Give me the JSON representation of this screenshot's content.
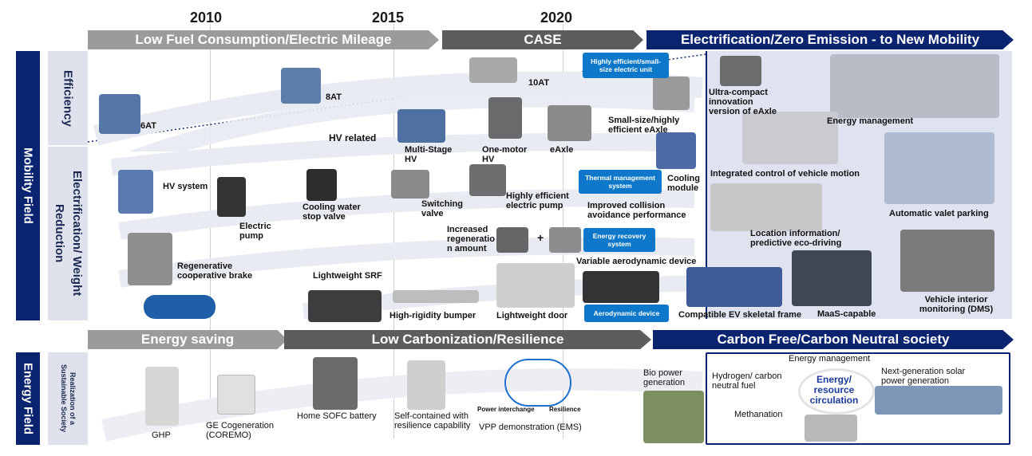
{
  "years": [
    "2010",
    "2015",
    "2020"
  ],
  "phases_top": [
    "Low Fuel Consumption/Electric Mileage",
    "CASE",
    "Electrification/Zero Emission - to New Mobility"
  ],
  "phases_bottom": [
    "Energy saving",
    "Low Carbonization/Resilience",
    "Carbon Free/Carbon Neutral society"
  ],
  "side": {
    "mobility": "Mobility Field",
    "efficiency": "Efficiency",
    "electrification": "Electrification/ Weight Reduction",
    "energy": "Energy Field",
    "sustainable": "Realization of a Sustainable Society"
  },
  "labels": {
    "at6": "6AT",
    "at8": "8AT",
    "at10": "10AT",
    "hv_related": "HV related",
    "multi_stage": "Multi-Stage HV",
    "one_motor": "One-motor HV",
    "eaxle": "eAxle",
    "small_eaxle": "Small-size/highly efficient eAxle",
    "cooling_module": "Cooling module",
    "hv_system": "HV system",
    "electric_pump": "Electric pump",
    "cooling_valve": "Cooling water stop valve",
    "switching_valve": "Switching valve",
    "hi_pump": "Highly efficient electric pump",
    "collision": "Improved collision avoidance performance",
    "regen_amount": "Increased regeneratio n amount",
    "variable_aero": "Variable aerodynamic device",
    "regen_brake": "Regenerative cooperative brake",
    "srf": "Lightweight SRF",
    "bumper": "High-rigidity bumper",
    "door": "Lightweight door",
    "ev_frame": "Compatible EV skeletal frame",
    "ultra_eaxle": "Ultra-compact innovation version of eAxle",
    "energy_mgmt": "Energy management",
    "integrated": "Integrated control of vehicle motion",
    "valet": "Automatic valet parking",
    "location": "Location information/ predictive eco-driving",
    "maas": "MaaS-capable",
    "dms": "Vehicle interior monitoring (DMS)",
    "ghp": "GHP",
    "ge_cogen": "GE Cogeneration (COREMO)",
    "sofc": "Home SOFC battery",
    "self_contained": "Self-contained with resilience capability",
    "vpp": "VPP demonstration (EMS)",
    "power_interchange": "Power interchange",
    "resilience": "Resilience",
    "bio": "Bio power generation",
    "energy_mgmt2": "Energy management",
    "hydrogen": "Hydrogen/ carbon neutral fuel",
    "circulation": "Energy/ resource circulation",
    "solar": "Next-generation solar power generation",
    "methanation": "Methanation"
  },
  "pills": {
    "electric_unit": "Highly efficient/small-size electric unit",
    "thermal": "Thermal management system",
    "energy_recovery": "Energy recovery system",
    "aero": "Aerodynamic device"
  },
  "colors": {
    "navy": "#0b2470",
    "gray_arrow": "#9b9b9b",
    "dark_arrow": "#5d5d5d",
    "pill_blue": "#0d78c9",
    "panel": "#dfe3ef"
  }
}
